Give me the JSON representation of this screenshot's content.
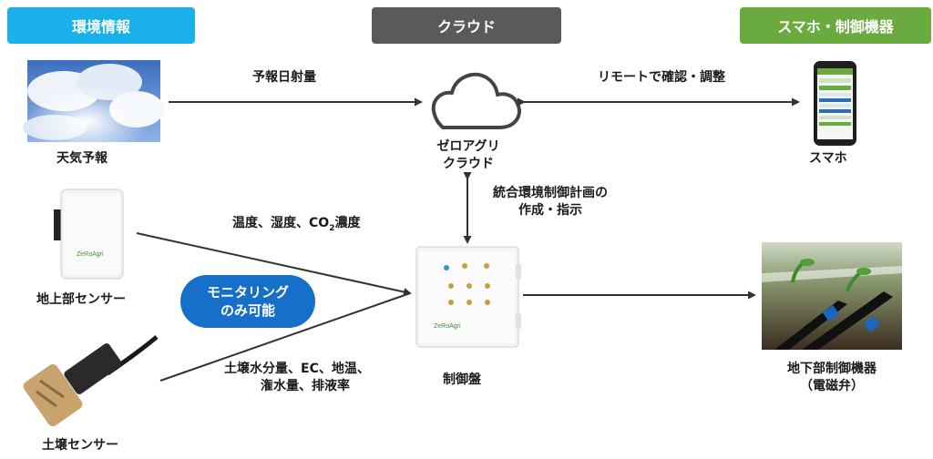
{
  "headers": {
    "env": "環境情報",
    "cloud": "クラウド",
    "phone": "スマホ・制御機器"
  },
  "colors": {
    "env": "#1ab0ea",
    "cloud": "#5a5a5a",
    "phone": "#6aaa3e",
    "pill": "#1670c9"
  },
  "labels": {
    "weather": "天気予報",
    "ground_sensor": "地上部センサー",
    "soil_sensor": "土壌センサー",
    "cloud_line1": "ゼロアグリ",
    "cloud_line2": "クラウド",
    "phone": "スマホ",
    "control_panel": "制御盤",
    "underground_line1": "地下部制御機器",
    "underground_line2": "（電磁弁）"
  },
  "edges": {
    "forecast": "予報日射量",
    "remote": "リモートで確認・調整",
    "plan_line1": "統合環境制御計画の",
    "plan_line2": "作成・指示",
    "temp_prefix": "温度、湿度、CO",
    "temp_sub": "2",
    "temp_suffix": "濃度",
    "soil_line1": "土壌水分量、EC、地温、",
    "soil_line2": "潅水量、排液率"
  },
  "pill": {
    "line1": "モニタリング",
    "line2": "のみ可能"
  },
  "device_brand": "ZeRoAgri"
}
